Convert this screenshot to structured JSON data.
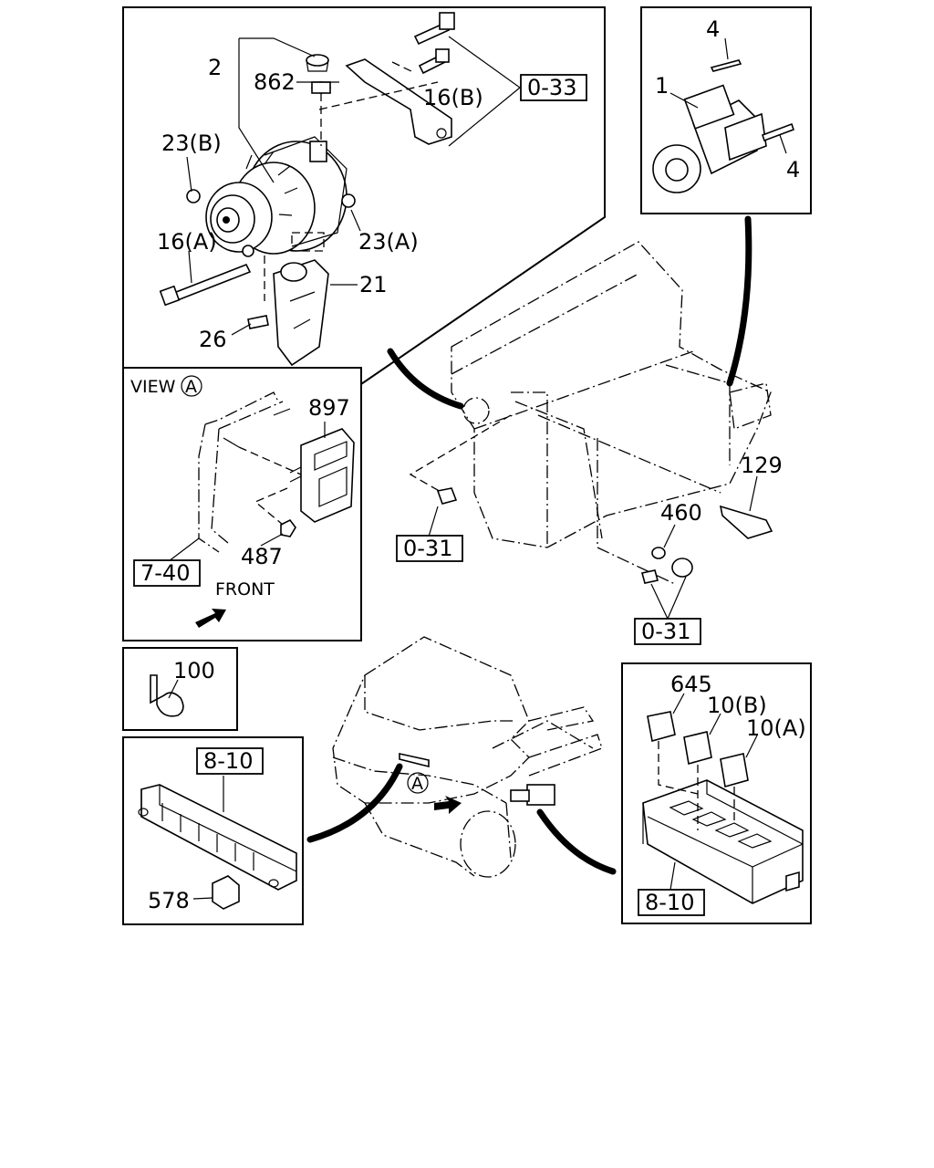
{
  "panels": {
    "alternator": {
      "labels": {
        "p2": "2",
        "p862": "862",
        "p16b": "16(B)",
        "p23b": "23(B)",
        "p16a": "16(A)",
        "p23a": "23(A)",
        "p21": "21",
        "p26": "26"
      },
      "ref": "0-33"
    },
    "starter": {
      "labels": {
        "p4_top": "4",
        "p1": "1",
        "p4_right": "4"
      }
    },
    "view_a": {
      "title": "VIEW",
      "circle_letter": "A",
      "labels": {
        "p897": "897",
        "p487": "487"
      },
      "ref": "7-40",
      "front": "FRONT"
    },
    "engine": {
      "labels": {
        "p129": "129",
        "p460": "460"
      },
      "ref_left": "0-31",
      "ref_right": "0-31"
    },
    "clamp": {
      "labels": {
        "p100": "100"
      }
    },
    "relay_bar": {
      "ref": "8-10",
      "labels": {
        "p578": "578"
      }
    },
    "truck": {
      "circle_letter": "A"
    },
    "relay_box": {
      "labels": {
        "p645": "645",
        "p10b": "10(B)",
        "p10a": "10(A)"
      },
      "ref": "8-10"
    }
  }
}
